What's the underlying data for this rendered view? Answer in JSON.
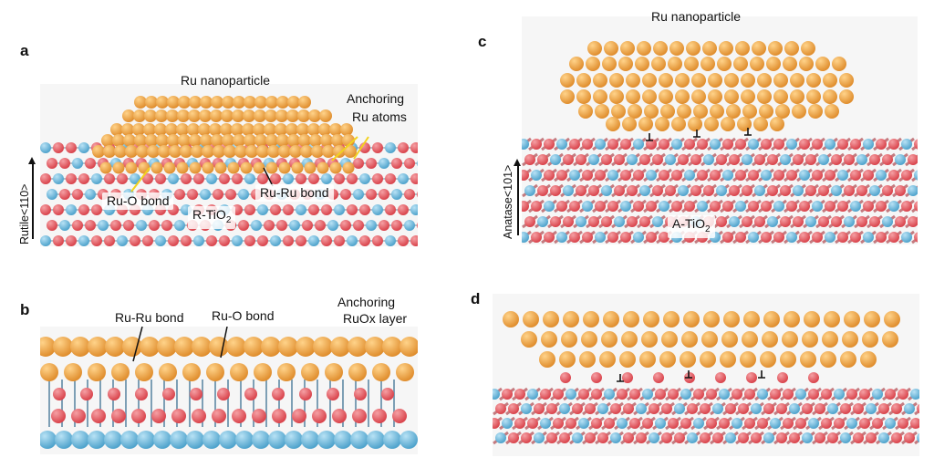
{
  "panels": {
    "a": {
      "label": "a",
      "nanoparticle": "Ru nanoparticle",
      "anchoring_line1": "Anchoring",
      "anchoring_line2": "Ru atoms",
      "ru_o_bond": "Ru-O bond",
      "ru_ru_bond": "Ru-Ru bond",
      "support_main": "R-TiO",
      "support_sub": "2",
      "axis": "Rutile<110>"
    },
    "b": {
      "label": "b",
      "ru_ru_bond": "Ru-Ru bond",
      "ru_o_bond": "Ru-O bond",
      "anchoring_line1": "Anchoring",
      "anchoring_line2": "RuOx layer"
    },
    "c": {
      "label": "c",
      "nanoparticle": "Ru nanoparticle",
      "support_main": "A-TiO",
      "support_sub": "2",
      "axis": "Anatase<101>"
    },
    "d": {
      "label": "d"
    }
  },
  "colors": {
    "ru": "#E08E2E",
    "oxygen": "#D9434B",
    "titanium": "#4FA3CC",
    "bond_ru": "#B07020"
  }
}
